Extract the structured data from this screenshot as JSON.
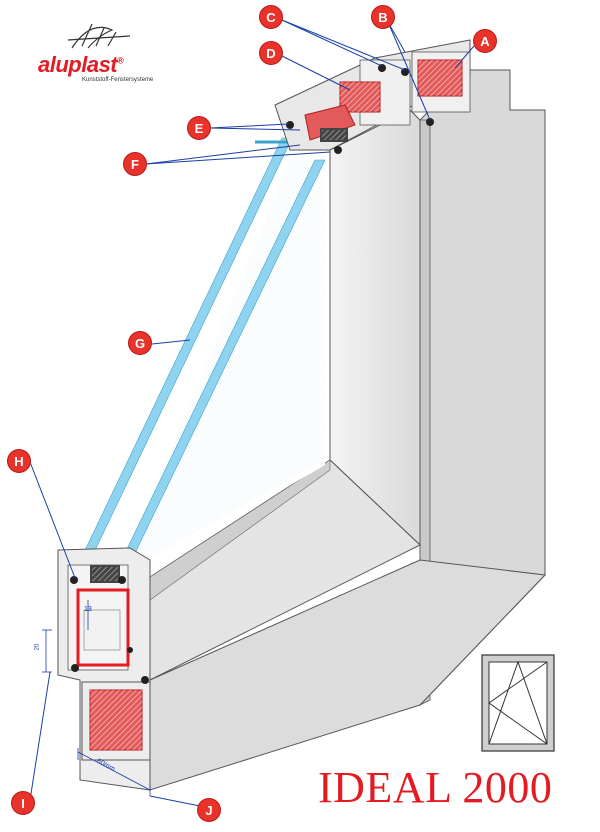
{
  "brand": {
    "name": "aluplast",
    "registered": "®",
    "tagline": "Kunststoff-Fenstersysteme"
  },
  "product": {
    "title": "IDEAL 2000"
  },
  "dimensions": {
    "frame_depth": "60mm",
    "overlap": "13",
    "rebate": "20"
  },
  "callouts": [
    {
      "id": "A"
    },
    {
      "id": "B"
    },
    {
      "id": "C"
    },
    {
      "id": "D"
    },
    {
      "id": "E"
    },
    {
      "id": "F"
    },
    {
      "id": "G"
    },
    {
      "id": "H"
    },
    {
      "id": "I"
    },
    {
      "id": "J"
    }
  ],
  "colors": {
    "accent": "#e31b23",
    "callout_fill": "#e8322a",
    "glass": "#8fd3ef",
    "profile": "#e9e9e9",
    "reinforcement": "#e35a5a"
  },
  "icons": [
    "window-tilt-turn-icon",
    "aluplast-logo-icon"
  ]
}
